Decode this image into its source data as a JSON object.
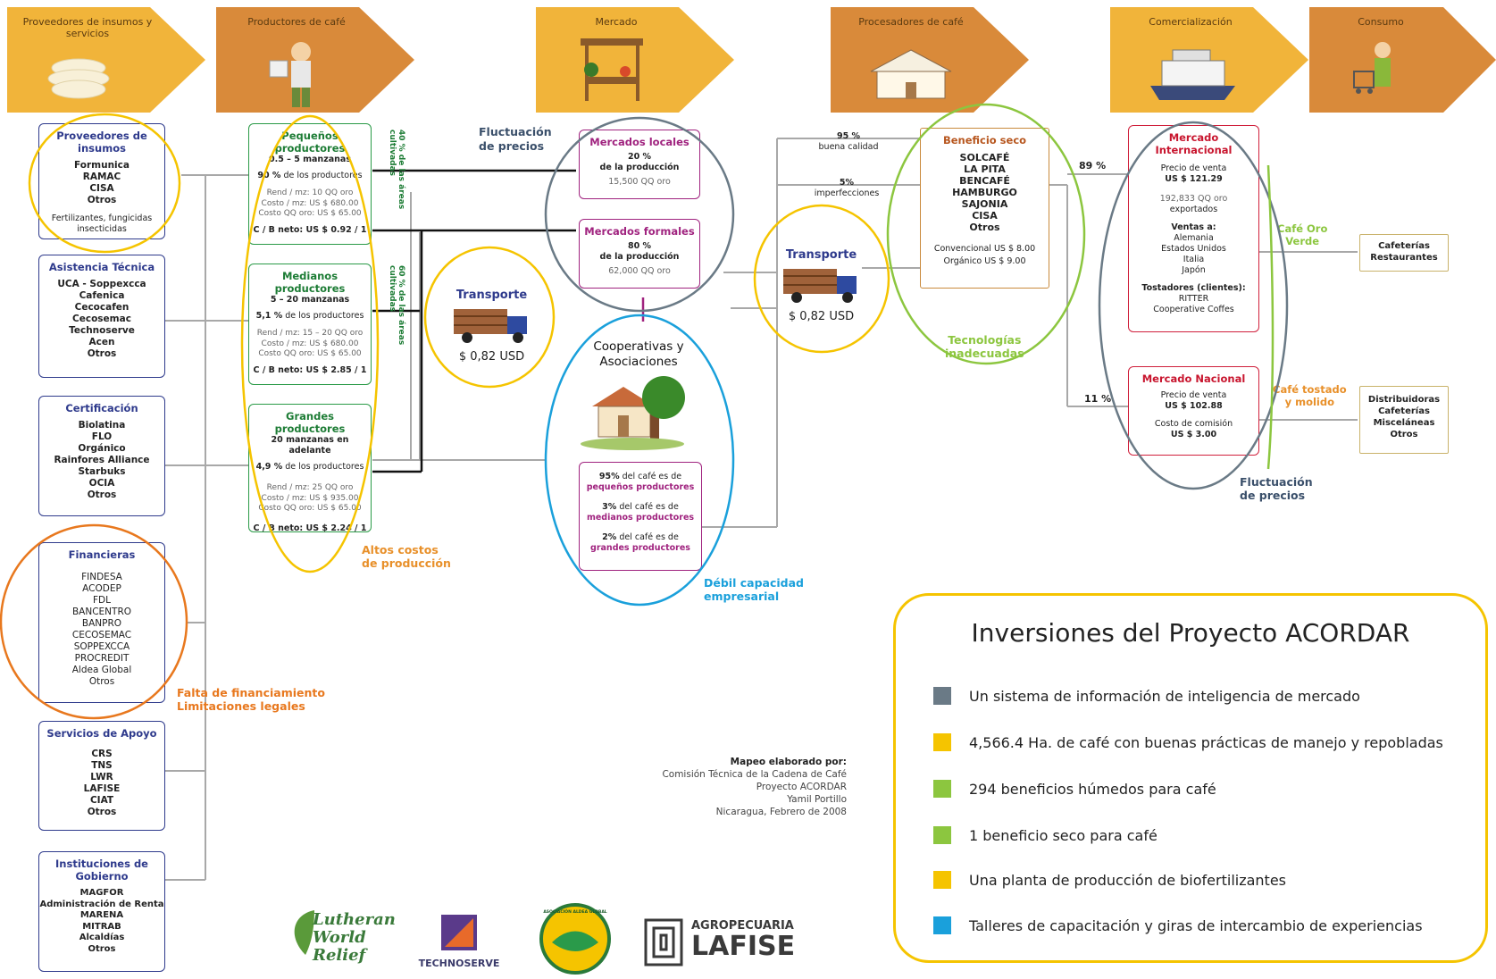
{
  "colors": {
    "grey_swatch": "#6a7a86",
    "yellow_swatch": "#f5c400",
    "green_swatch": "#8cc63f",
    "blue_swatch": "#1aa0db",
    "stage_fill": "#f1b43a"
  },
  "stages": [
    "Proveedores de insumos y servicios",
    "Productores de café",
    "Mercado",
    "Procesadores de café",
    "Comercialización",
    "Consumo"
  ],
  "left_boxes": [
    {
      "title": "Proveedores de insumos",
      "items": [
        "Formunica",
        "RAMAC",
        "CISA",
        "Otros"
      ],
      "note": "Fertilizantes, fungicidas insecticidas"
    },
    {
      "title": "Asistencia Técnica",
      "items": [
        "UCA - Soppexcca",
        "Cafenica",
        "Cecocafen",
        "Cecosemac",
        "Technoserve",
        "Acen",
        "Otros"
      ]
    },
    {
      "title": "Certificación",
      "items": [
        "Biolatina",
        "FLO",
        "Orgánico",
        "Rainfores Alliance",
        "Starbuks",
        "OCIA",
        "Otros"
      ]
    },
    {
      "title": "Financieras",
      "items": [
        "FINDESA",
        "ACODEP",
        "FDL",
        "BANCENTRO",
        "BANPRO",
        "CECOSEMAC",
        "SOPPEXCCA",
        "PROCREDIT",
        "Aldea Global",
        "Otros"
      ]
    },
    {
      "title": "Servicios de Apoyo",
      "items": [
        "CRS",
        "TNS",
        "LWR",
        "LAFISE",
        "CIAT",
        "Otros"
      ]
    },
    {
      "title": "Instituciones de Gobierno",
      "items": [
        "MAGFOR",
        "Administración de Renta",
        "MARENA",
        "MITRAB",
        "Alcaldías",
        "Otros"
      ]
    }
  ],
  "producers": [
    {
      "title": "Pequeños productores",
      "size": "0.5 – 5 manzanas",
      "share": "90 %",
      "share_text": " de los productores",
      "rend": "Rend / mz: 10 QQ oro",
      "costo": "Costo / mz: US $ 680.00",
      "costo_qq": "Costo QQ oro: US $ 65.00",
      "cb": "C / B neto: US $ 0.92 / 1"
    },
    {
      "title": "Medianos productores",
      "size": "5 – 20 manzanas",
      "share": "5,1 %",
      "share_text": " de los productores",
      "rend": "Rend / mz: 15 – 20 QQ oro",
      "costo": "Costo / mz: US $ 680.00",
      "costo_qq": "Costo QQ oro: US $ 65.00",
      "cb": "C / B neto: US $ 2.85 / 1"
    },
    {
      "title": "Grandes productores",
      "size": "20 manzanas en adelante",
      "share": "4,9 %",
      "share_text": " de los productores",
      "rend": "Rend / mz: 25 QQ oro",
      "costo": "Costo / mz: US $ 935.00",
      "costo_qq": "Costo QQ oro: US $ 65.00",
      "cb": "C / B neto: US $ 2.24 / 1"
    }
  ],
  "areas_top": "40 % de las áreas cultivadas",
  "areas_bottom": "60 % de las áreas cultivadas",
  "altos_costos": [
    "Altos costos",
    "de producción"
  ],
  "falta": [
    "Falta de financiamiento",
    "Limitaciones legales"
  ],
  "transport1": {
    "title": "Transporte",
    "price": "$ 0,82 USD"
  },
  "transport2": {
    "title": "Transporte",
    "price": "$ 0,82 USD"
  },
  "fluct1": [
    "Fluctuación",
    "de precios"
  ],
  "fluct2": [
    "Fluctuación",
    "de precios"
  ],
  "mercados_locales": {
    "title": "Mercados locales",
    "pct": "20 %",
    "desc": "de la producción",
    "qq": "15,500 QQ oro"
  },
  "mercados_formales": {
    "title": "Mercados formales",
    "pct": "80 %",
    "desc": "de la producción",
    "qq": "62,000 QQ oro"
  },
  "coop": {
    "title": [
      "Cooperativas y",
      "Asociaciones"
    ],
    "stats": [
      {
        "pct": "95%",
        "text": " del café es de",
        "group": "pequeños productores"
      },
      {
        "pct": "3%",
        "text": " del café es de",
        "group": "medianos productores"
      },
      {
        "pct": "2%",
        "text": " del café es de",
        "group": "grandes productores"
      }
    ]
  },
  "debil": [
    "Débil capacidad",
    "empresarial"
  ],
  "calidad": [
    {
      "pct": "95 %",
      "label": "buena calidad"
    },
    {
      "pct": "5%",
      "label": "imperfecciones"
    }
  ],
  "beneficio": {
    "title": "Beneficio seco",
    "items": [
      "SOLCAFÉ",
      "LA PITA",
      "BENCAFÉ",
      "HAMBURGO",
      "SAJONIA",
      "CISA",
      "Otros"
    ],
    "conv": "Convencional US $ 8.00",
    "org": "Orgánico US $ 9.00"
  },
  "tecnologias": [
    "Tecnologías",
    "inadecuadas"
  ],
  "pct_int": "89 %",
  "pct_nac": "11 %",
  "mercado_int": {
    "title": "Mercado Internacional",
    "precio_label": "Precio de venta",
    "precio": "US $ 121.29",
    "qq": "192,833 QQ oro",
    "export": "exportados",
    "ventas_label": "Ventas a:",
    "ventas": [
      "Alemania",
      "Estados Unidos",
      "Italia",
      "Japón"
    ],
    "tost_label": "Tostadores (clientes):",
    "tost": [
      "RITTER",
      "Cooperative Coffes"
    ]
  },
  "mercado_nac": {
    "title": "Mercado Nacional",
    "precio_label": "Precio de venta",
    "precio": "US $ 102.88",
    "com_label": "Costo de comisión",
    "com": "US $ 3.00"
  },
  "cafe_oro": [
    "Café Oro",
    "Verde"
  ],
  "cafe_tostado": [
    "Café tostado",
    "y molido"
  ],
  "consumo1": [
    "Cafeterías",
    "Restaurantes"
  ],
  "consumo2": [
    "Distribuidoras",
    "Cafeterías",
    "Misceláneas",
    "Otros"
  ],
  "credits": {
    "title": "Mapeo elaborado por:",
    "lines": [
      "Comisión Técnica de la Cadena de Café",
      "Proyecto ACORDAR",
      "Yamil Portillo",
      "Nicaragua, Febrero de 2008"
    ]
  },
  "legend": {
    "title": "Inversiones del Proyecto ACORDAR",
    "items": [
      {
        "color": "#6a7a86",
        "text": "Un sistema de información de inteligencia de mercado"
      },
      {
        "color": "#f5c400",
        "text": "4,566.4 Ha. de café con buenas prácticas de manejo y repobladas"
      },
      {
        "color": "#8cc63f",
        "text": "294 beneficios húmedos para café"
      },
      {
        "color": "#8cc63f",
        "text": "1 beneficio seco para café"
      },
      {
        "color": "#f5c400",
        "text": "Una planta de producción de biofertilizantes"
      },
      {
        "color": "#1aa0db",
        "text": "Talleres de capacitación y giras de intercambio de experiencias"
      }
    ]
  },
  "logos": {
    "lwr": [
      "Lutheran",
      "World Relief"
    ],
    "technoserve": "TECHNOSERVE",
    "aldea": "ASOCIACIÓN ALDEA GLOBAL",
    "lafise": [
      "AGROPECUARIA",
      "LAFISE"
    ]
  }
}
